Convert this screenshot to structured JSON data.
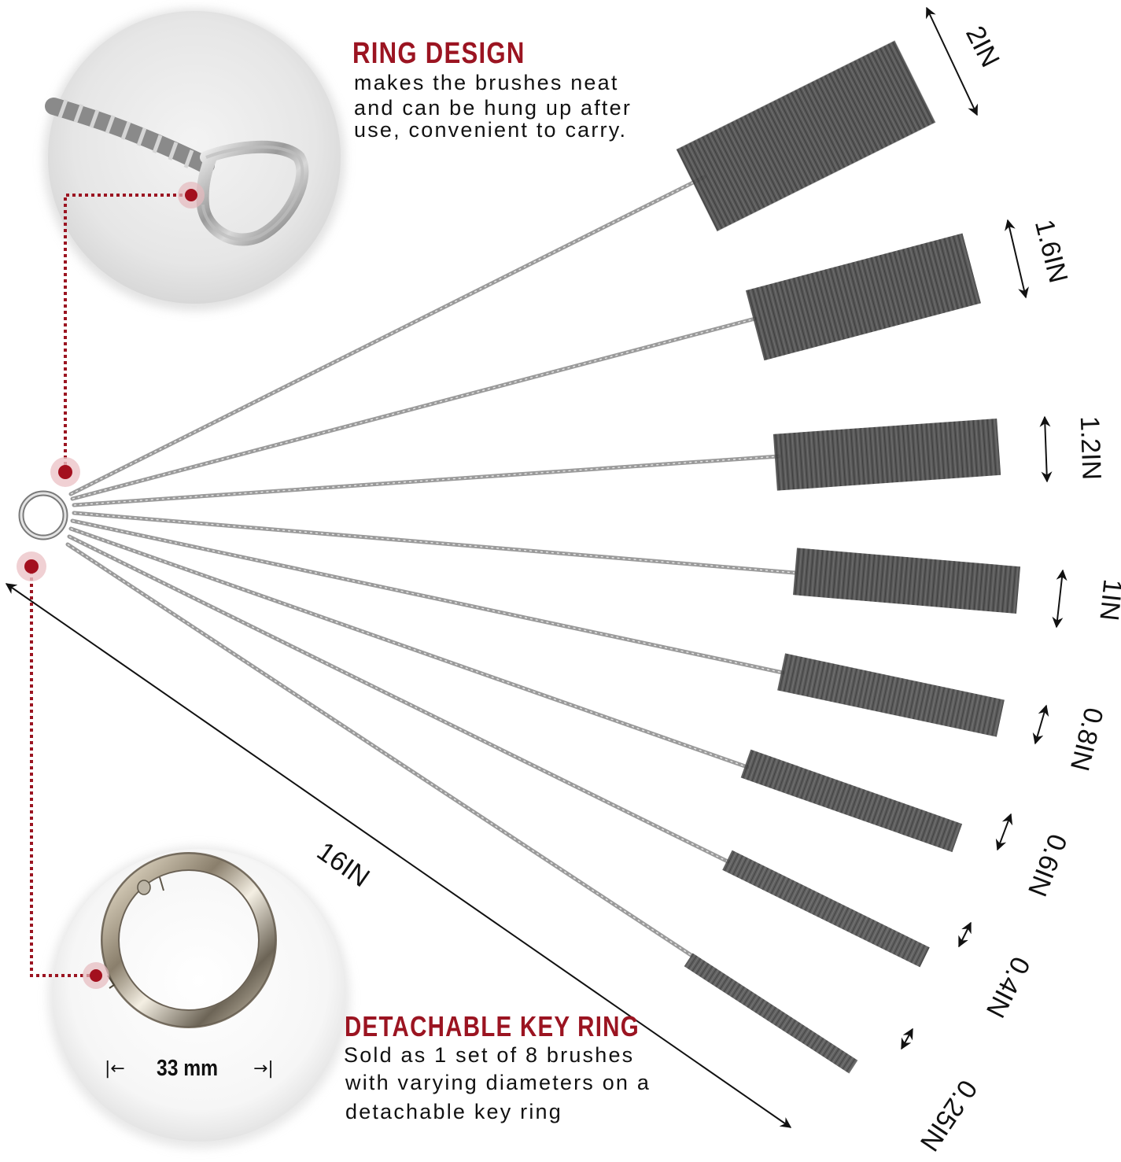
{
  "ring_design": {
    "heading": "RING DESIGN",
    "lines": [
      "makes the brushes neat",
      "and can be hung up after",
      "use, convenient to carry."
    ]
  },
  "key_ring": {
    "heading": "DETACHABLE KEY RING",
    "lines": [
      "Sold as 1 set of 8 brushes",
      "with varying diameters on a",
      "detachable key ring"
    ],
    "diameter_label": "33 mm",
    "left_marker": "|←",
    "right_marker": "→|"
  },
  "total_length_label": "16IN",
  "brush_sizes": [
    {
      "label": "2IN"
    },
    {
      "label": "1.6IN"
    },
    {
      "label": "1.2IN"
    },
    {
      "label": "1IN"
    },
    {
      "label": "0.8IN"
    },
    {
      "label": "0.6IN"
    },
    {
      "label": "0.4IN"
    },
    {
      "label": "0.25IN"
    }
  ],
  "colors": {
    "accent_red": "#9b1421",
    "wire": "#8f8f8f",
    "bristle": "#3a3a3a",
    "text": "#111111"
  }
}
